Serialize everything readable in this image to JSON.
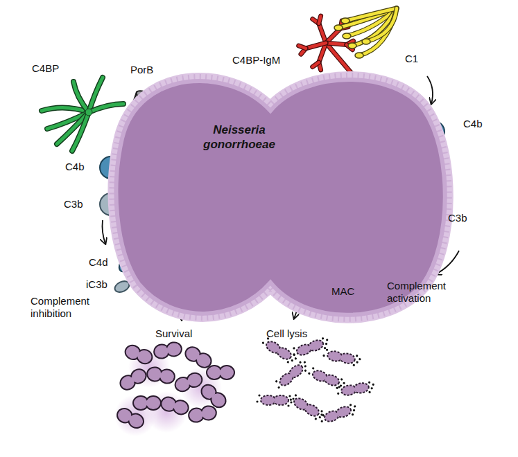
{
  "diagram": {
    "nodes": [
      {
        "text": [
          "Neisseria gonorrhoeae"
        ]
      }
    ],
    "labels": [
      "C4BP-IgM",
      "C1",
      "C4BP",
      "PorB",
      "C4b",
      "C3b",
      "C4b",
      "C3b",
      "C4d",
      "iC3b",
      "MAC",
      "Complement activation",
      "Complement inhibition",
      "Survival",
      "Cell lysis"
    ]
  }
}
